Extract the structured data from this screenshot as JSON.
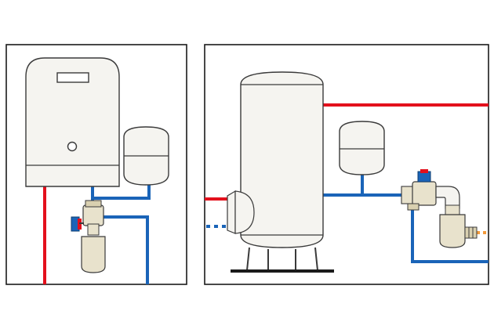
{
  "colors": {
    "background": "#ffffff",
    "frame": "#1a1a1a",
    "hot_pipe": "#e3101c",
    "cold_pipe": "#1a64b8",
    "tank_fill": "#f5f4f0",
    "tank_stroke": "#3a3a3a",
    "fitting_fill": "#e8e2cc",
    "valve_blue": "#1a64b8",
    "valve_red": "#e3101c",
    "hose_orange": "#f39a3a"
  },
  "panels": [
    {
      "id": "panel-left",
      "name": "wall-mounted-boiler-installation",
      "components": [
        "wall-boiler",
        "expansion-vessel",
        "safety-valve-group",
        "drain-funnel"
      ]
    },
    {
      "id": "panel-right",
      "name": "floor-cylinder-installation",
      "components": [
        "storage-cylinder",
        "expansion-vessel",
        "safety-valve-group",
        "drain-funnel"
      ]
    }
  ],
  "icons": {
    "boiler_display": "display-window-icon",
    "boiler_indicator": "power-indicator-icon"
  }
}
